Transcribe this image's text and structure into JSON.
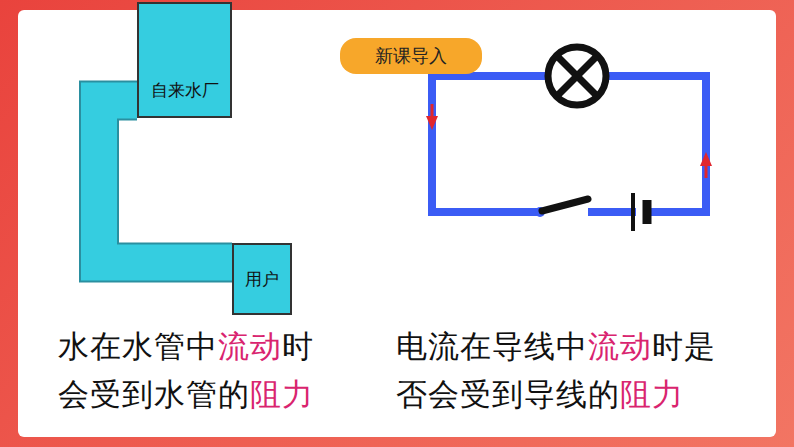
{
  "diagram": {
    "nodes": [
      {
        "text": [
          "自来水厂"
        ]
      },
      {
        "text": [
          "用户"
        ]
      },
      {
        "text": [
          "新课导入"
        ]
      }
    ],
    "edges": [
      {
        "from": 0,
        "to": 1,
        "arrow": "none"
      }
    ],
    "labels": [
      "水在水管中流动时 会受到水管的阻力",
      "电流在导线中流动时是 否会受到导线的阻力"
    ]
  }
}
